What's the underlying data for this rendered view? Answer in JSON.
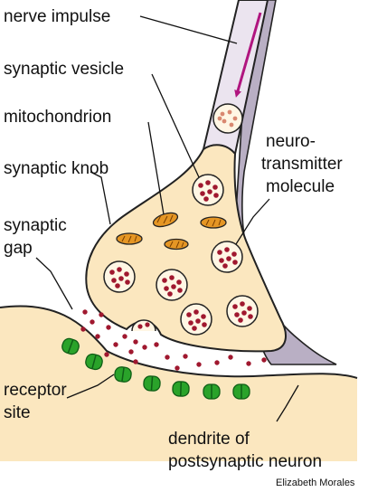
{
  "labels": {
    "nerve_impulse": "nerve impulse",
    "synaptic_vesicle": "synaptic vesicle",
    "mitochondrion": "mitochondrion",
    "synaptic_knob": "synaptic knob",
    "synaptic_gap_line1": "synaptic",
    "synaptic_gap_line2": "gap",
    "neurotransmitter_line1": "neuro-",
    "neurotransmitter_line2": "transmitter",
    "neurotransmitter_line3": "molecule",
    "receptor_site_line1": "receptor",
    "receptor_site_line2": "site",
    "dendrite_line1": "dendrite of",
    "dendrite_line2": "postsynaptic neuron"
  },
  "credit": "Elizabeth Morales",
  "colors": {
    "axon_fill": "#ebe4ef",
    "axon_shadow": "#b9afc4",
    "knob_fill": "#fbe7bf",
    "vesicle_fill": "#fff6e4",
    "molecule": "#a0182f",
    "mitochondrion": "#e59624",
    "receptor": "#2aa32a",
    "receptor_dark": "#0f5e16",
    "dendrite_fill": "#fbe7bf",
    "impulse_arrow": "#b0157f"
  }
}
